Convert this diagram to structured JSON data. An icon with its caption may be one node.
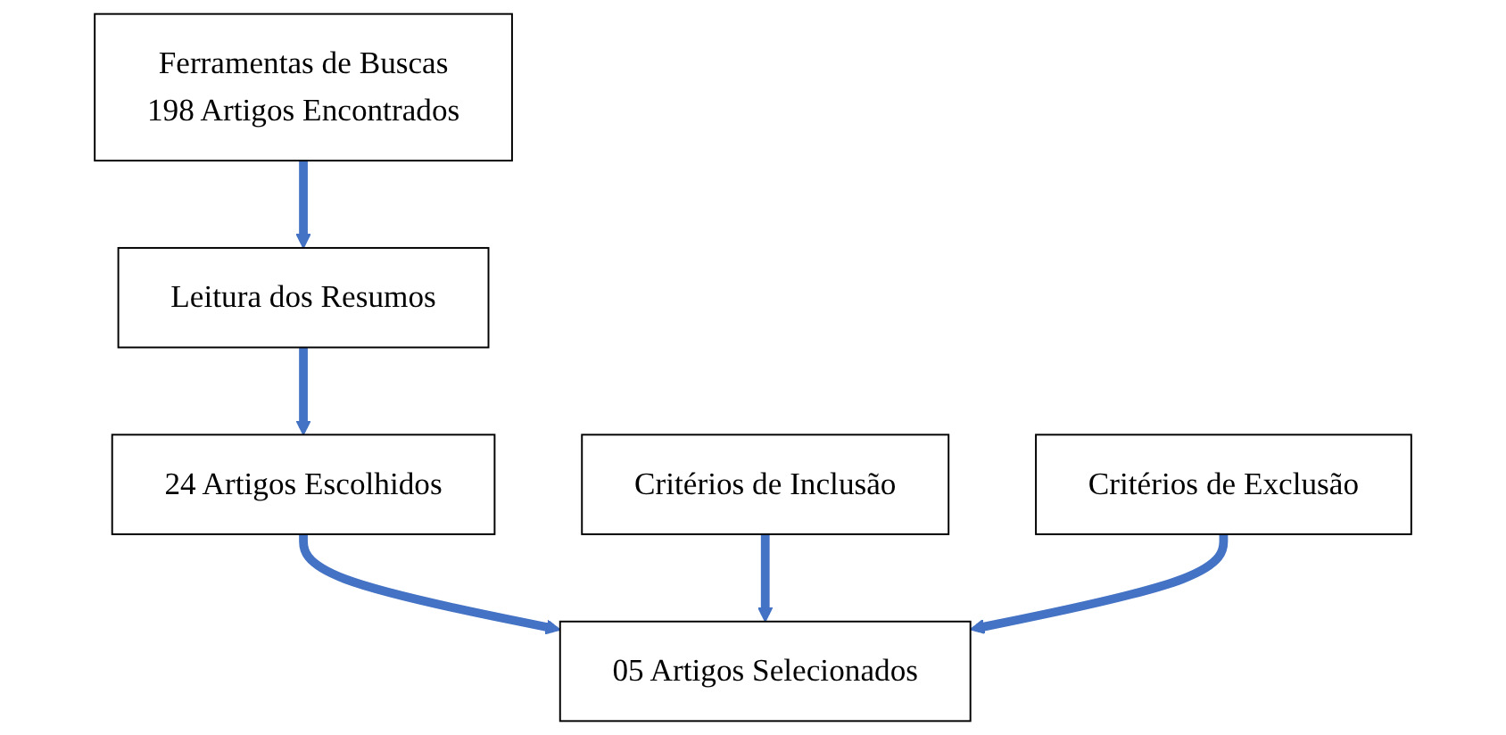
{
  "diagram": {
    "nodes": [
      {
        "text": [
          "Ferramentas de Buscas",
          "198 Artigos Encontrados"
        ]
      },
      {
        "text": [
          "Leitura dos Resumos"
        ]
      },
      {
        "text": [
          "24 Artigos Escolhidos"
        ]
      },
      {
        "text": [
          "Critérios de Inclusão"
        ]
      },
      {
        "text": [
          "Critérios de Exclusão"
        ]
      },
      {
        "text": [
          "05 Artigos Selecionados"
        ]
      }
    ],
    "edges": [
      {
        "from": 0,
        "to": 1,
        "arrow": "to"
      },
      {
        "from": 1,
        "to": 2,
        "arrow": "to"
      },
      {
        "from": 2,
        "to": 5,
        "arrow": "to"
      },
      {
        "from": 3,
        "to": 5,
        "arrow": "to"
      },
      {
        "from": 4,
        "to": 5,
        "arrow": "to"
      }
    ]
  }
}
